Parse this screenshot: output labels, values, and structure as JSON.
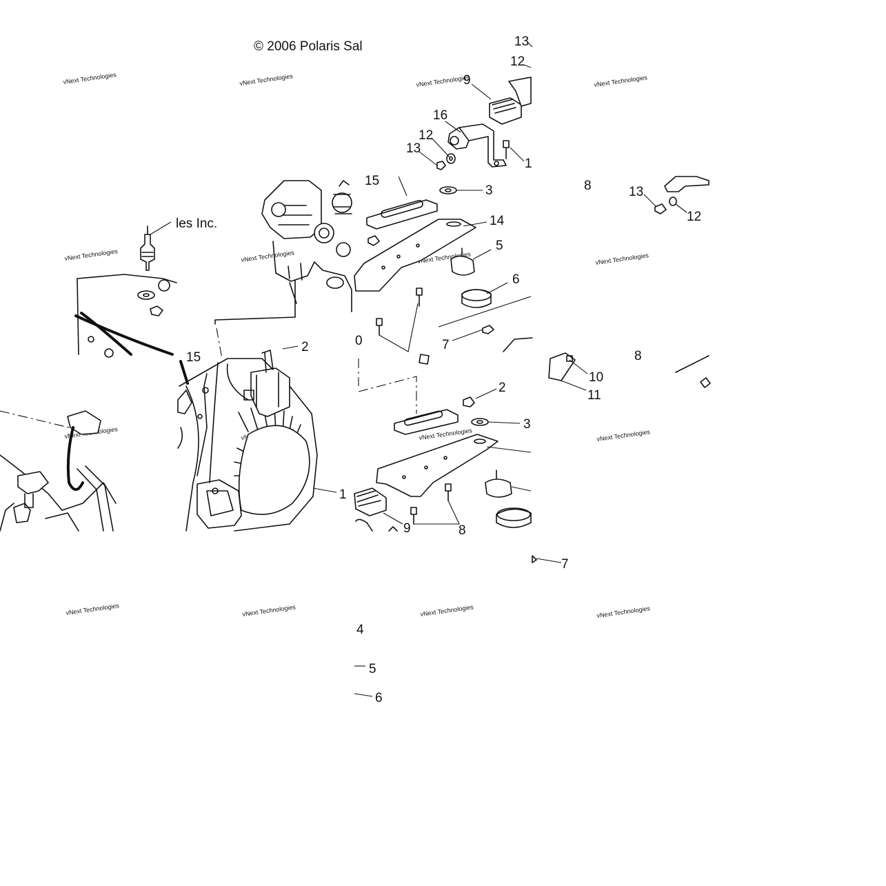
{
  "copyright": {
    "part_a": "© 2006 Polaris Sal",
    "part_b": "les Inc."
  },
  "watermark": "vNext Technologies",
  "callouts": {
    "c_13_top": "13",
    "c_12_top": "12",
    "c_9_top": "9",
    "c_16": "16",
    "c_12_mid": "12",
    "c_13_mid": "13",
    "c_1_partial": "1",
    "c_15_upper": "15",
    "c_3_upper": "3",
    "c_14": "14",
    "c_5_upper": "5",
    "c_6_upper": "6",
    "c_7_upper": "7",
    "c_8_right": "8",
    "c_13_right": "13",
    "c_12_right": "12",
    "c_2_engine": "2",
    "c_0_partial": "0",
    "c_10": "10",
    "c_11": "11",
    "c_8_fragment": "8",
    "c_1_recoil": "1",
    "c_2_lower": "2",
    "c_3_lower": "3",
    "c_9_lower": "9",
    "c_8_lower": "8",
    "c_7_lower": "7",
    "c_4_bottom": "4",
    "c_5_bottom": "5",
    "c_6_bottom": "6",
    "c_15_engine": "15"
  }
}
